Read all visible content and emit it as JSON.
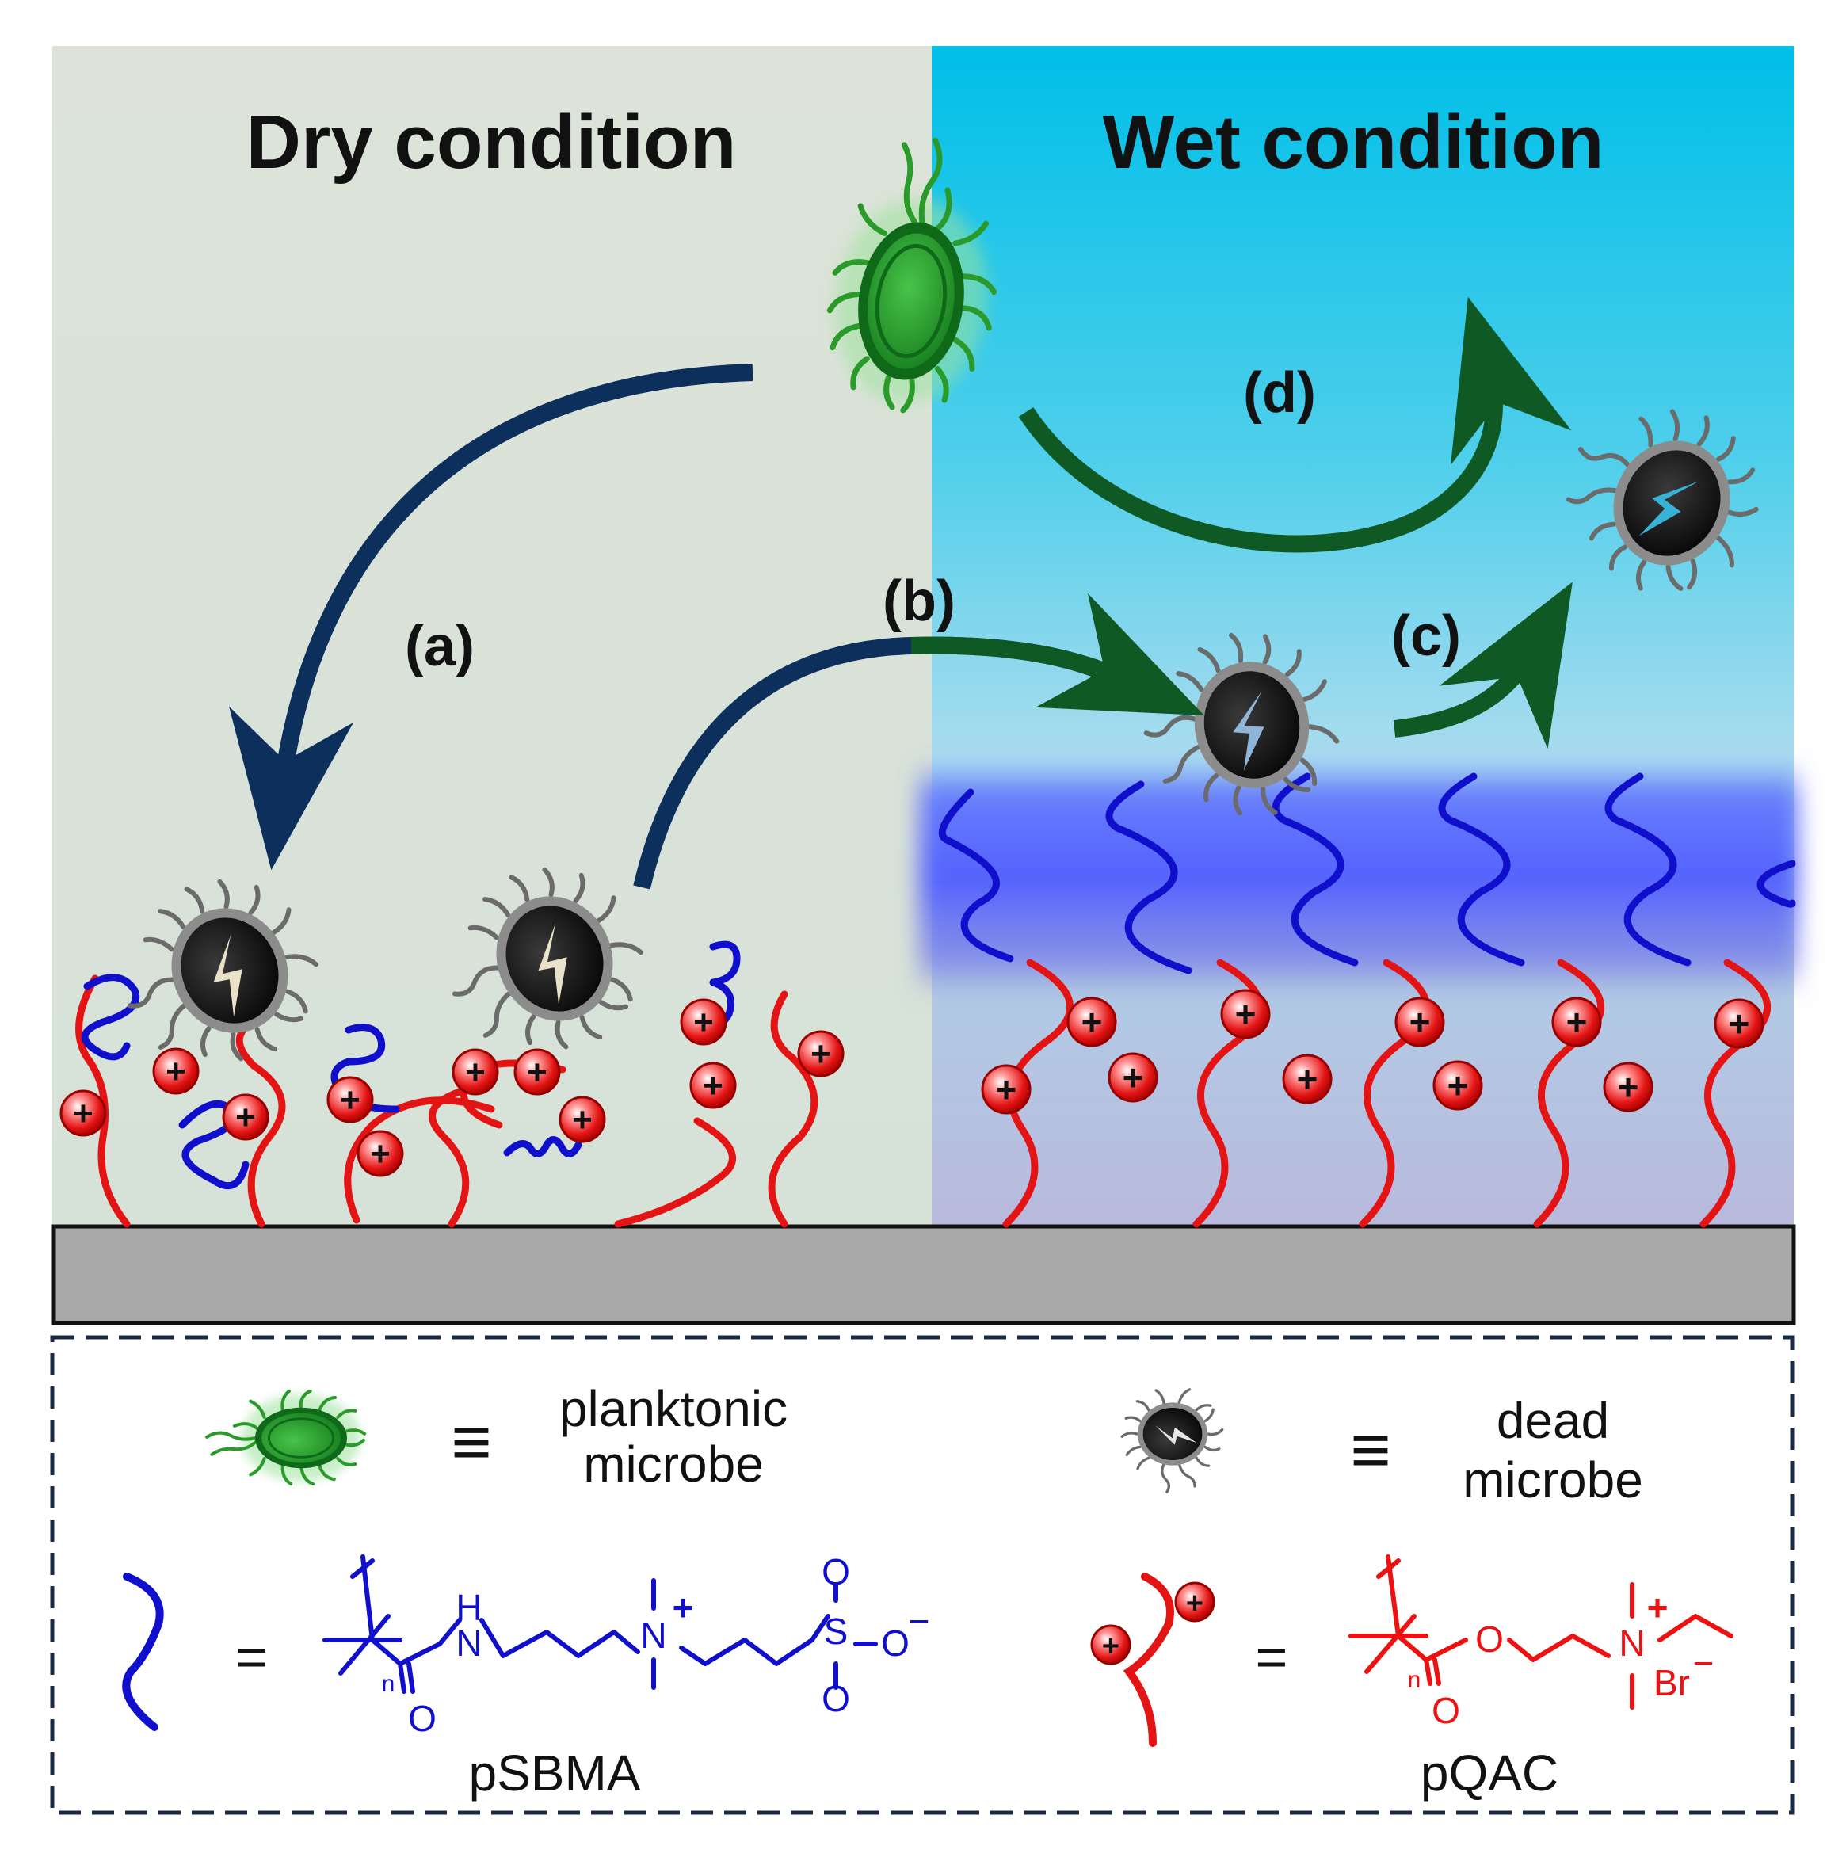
{
  "panels": {
    "dry_title": "Dry condition",
    "wet_title": "Wet condition"
  },
  "pathways": {
    "a": "(a)",
    "b": "(b)",
    "c": "(c)",
    "d": "(d)"
  },
  "legend": {
    "planktonic": {
      "line1": "planktonic",
      "line2": "microbe"
    },
    "dead": {
      "line1": "dead",
      "line2": "microbe"
    },
    "equiv_symbol": "≡",
    "equals_symbol": "=",
    "psbma": {
      "name": "pSBMA",
      "atoms": {
        "H": "H",
        "N_amide": "N",
        "O_carbonyl": "O",
        "N_plus": "N",
        "plus": "+",
        "S": "S",
        "O_top": "O",
        "O_bottom": "O",
        "O_minus": "O",
        "minus": "−",
        "n": "n"
      }
    },
    "pqac": {
      "name": "pQAC",
      "atoms": {
        "O_ester": "O",
        "O_carbonyl": "O",
        "N_plus": "N",
        "plus": "+",
        "Br": "Br",
        "minus": "−",
        "n": "n"
      }
    },
    "charge_symbol": "+"
  },
  "colors": {
    "dry_bg": "#dbe4d8",
    "wet_bg_top": "#00bfe8",
    "wet_bg_bottom": "#b9b9dc",
    "substrate": "#a8a8a8",
    "blue_chain": "#1010cc",
    "red_chain": "#e41414",
    "arrow_navy": "#0c2f5c",
    "arrow_green": "#0f5a24",
    "microbe_green": "#1f9e2a",
    "microbe_dead": "#1a1a1a"
  },
  "icons": {
    "planktonic_microbe": "green-microbe-icon",
    "dead_microbe": "dead-microbe-icon",
    "charge": "positive-charge-icon"
  }
}
